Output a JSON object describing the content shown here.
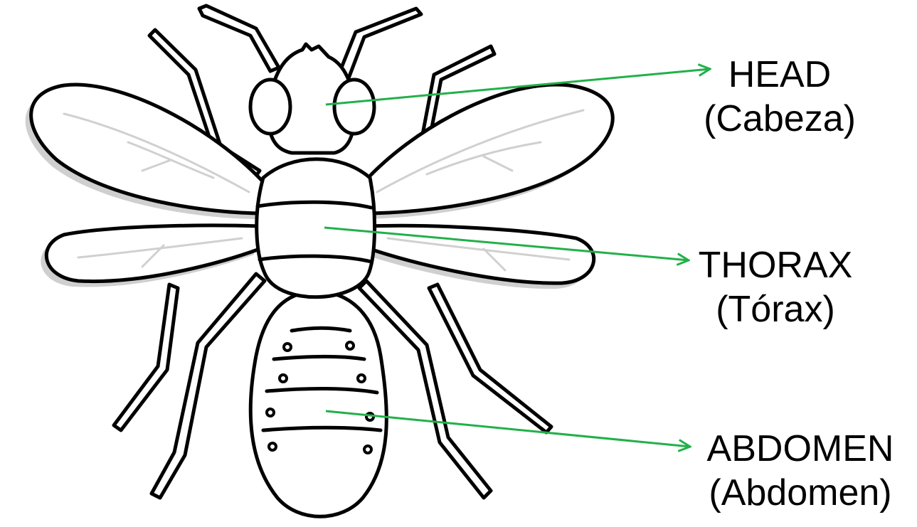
{
  "labels": {
    "head": {
      "en": "HEAD",
      "es": "(Cabeza)"
    },
    "thorax": {
      "en": "THORAX",
      "es": "(Tórax)"
    },
    "abdomen": {
      "en": "ABDOMEN",
      "es": "(Abdomen)"
    }
  },
  "colors": {
    "arrow": "#22b04a",
    "outline": "#000000",
    "wing_vein": "#d0d0d0",
    "shadow": "#cfcfcf",
    "fill": "#ffffff"
  }
}
